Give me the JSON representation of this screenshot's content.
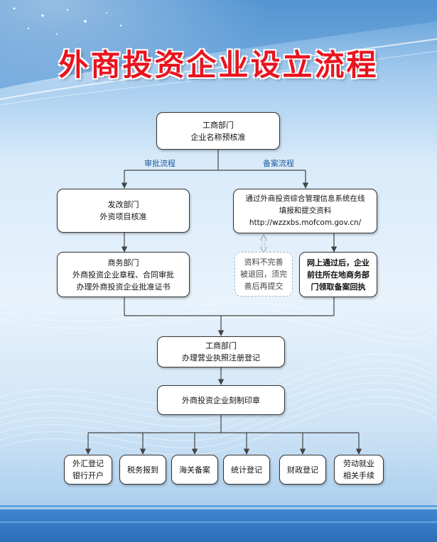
{
  "title": "外商投资企业设立流程",
  "colors": {
    "title": "#e8141e",
    "background_top": "#5b9ad4",
    "box_border": "#333333",
    "connector": "#444444",
    "label": "#1f5a9e"
  },
  "labels": {
    "approval_flow": "审批流程",
    "filing_flow": "备案流程"
  },
  "boxes": {
    "aic_name": {
      "lines": [
        "工商部门",
        "企业名称预核准"
      ]
    },
    "ndrc": {
      "lines": [
        "发改部门",
        "外资项目核准"
      ]
    },
    "commerce_approval": {
      "lines": [
        "商务部门",
        "外商投资企业章程、合同审批",
        "办理外商投资企业批准证书"
      ]
    },
    "online_system": {
      "lines": [
        "通过外商投资综合管理信息系统在线",
        "填报和提交资料",
        "http://wzzxbs.mofcom.gov.cn/"
      ]
    },
    "incomplete": {
      "lines": [
        "资料不完善",
        "被退回，须完",
        "善后再提交"
      ]
    },
    "receipt": {
      "lines": [
        "网上通过后，企业",
        "前往所在地商务部",
        "门领取备案回执"
      ]
    },
    "aic_license": {
      "lines": [
        "工商部门",
        "办理营业执照注册登记"
      ]
    },
    "seal": {
      "lines": [
        "外商投资企业刻制印章"
      ]
    },
    "forex": {
      "lines": [
        "外汇登记",
        "银行开户"
      ]
    },
    "tax": {
      "lines": [
        "税务报到"
      ]
    },
    "customs": {
      "lines": [
        "海关备案"
      ]
    },
    "statistics": {
      "lines": [
        "统计登记"
      ]
    },
    "finance": {
      "lines": [
        "财政登记"
      ]
    },
    "labor": {
      "lines": [
        "劳动就业",
        "相关手续"
      ]
    }
  }
}
